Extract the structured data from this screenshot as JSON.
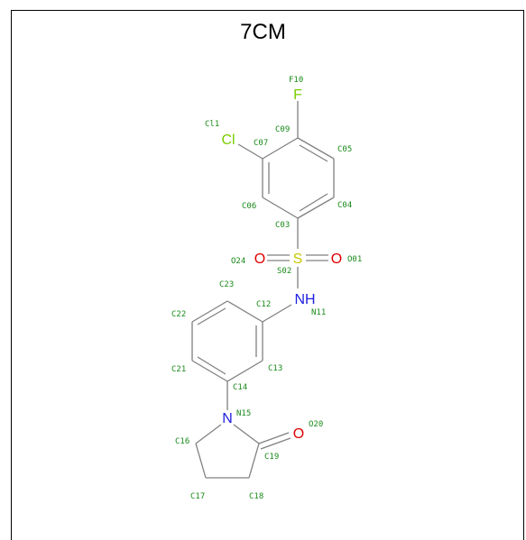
{
  "title": "7CM",
  "colors": {
    "bond": "#808080",
    "label": "#1a8a1a",
    "oxygen": "#e00000",
    "nitrogen": "#2020e0",
    "sulfur": "#c8c800",
    "fluorine": "#7acc00",
    "chlorine": "#7acc00"
  },
  "elements": {
    "f": "F",
    "cl": "Cl",
    "s": "S",
    "o_left": "O",
    "o_right": "O",
    "nh": "NH",
    "n": "N",
    "o_ketone": "O"
  },
  "atom_labels": {
    "F10": "F10",
    "C09": "C09",
    "C11": "Cl1",
    "C07": "C07",
    "C05": "C05",
    "C06": "C06",
    "C04": "C04",
    "C03": "C03",
    "O24": "O24",
    "O01": "O01",
    "S02": "S02",
    "C23": "C23",
    "C12": "C12",
    "N11": "N11",
    "C22": "C22",
    "C21": "C21",
    "C13": "C13",
    "C14": "C14",
    "N15": "N15",
    "O20": "O20",
    "C16": "C16",
    "C19": "C19",
    "C17": "C17",
    "C18": "C18"
  }
}
